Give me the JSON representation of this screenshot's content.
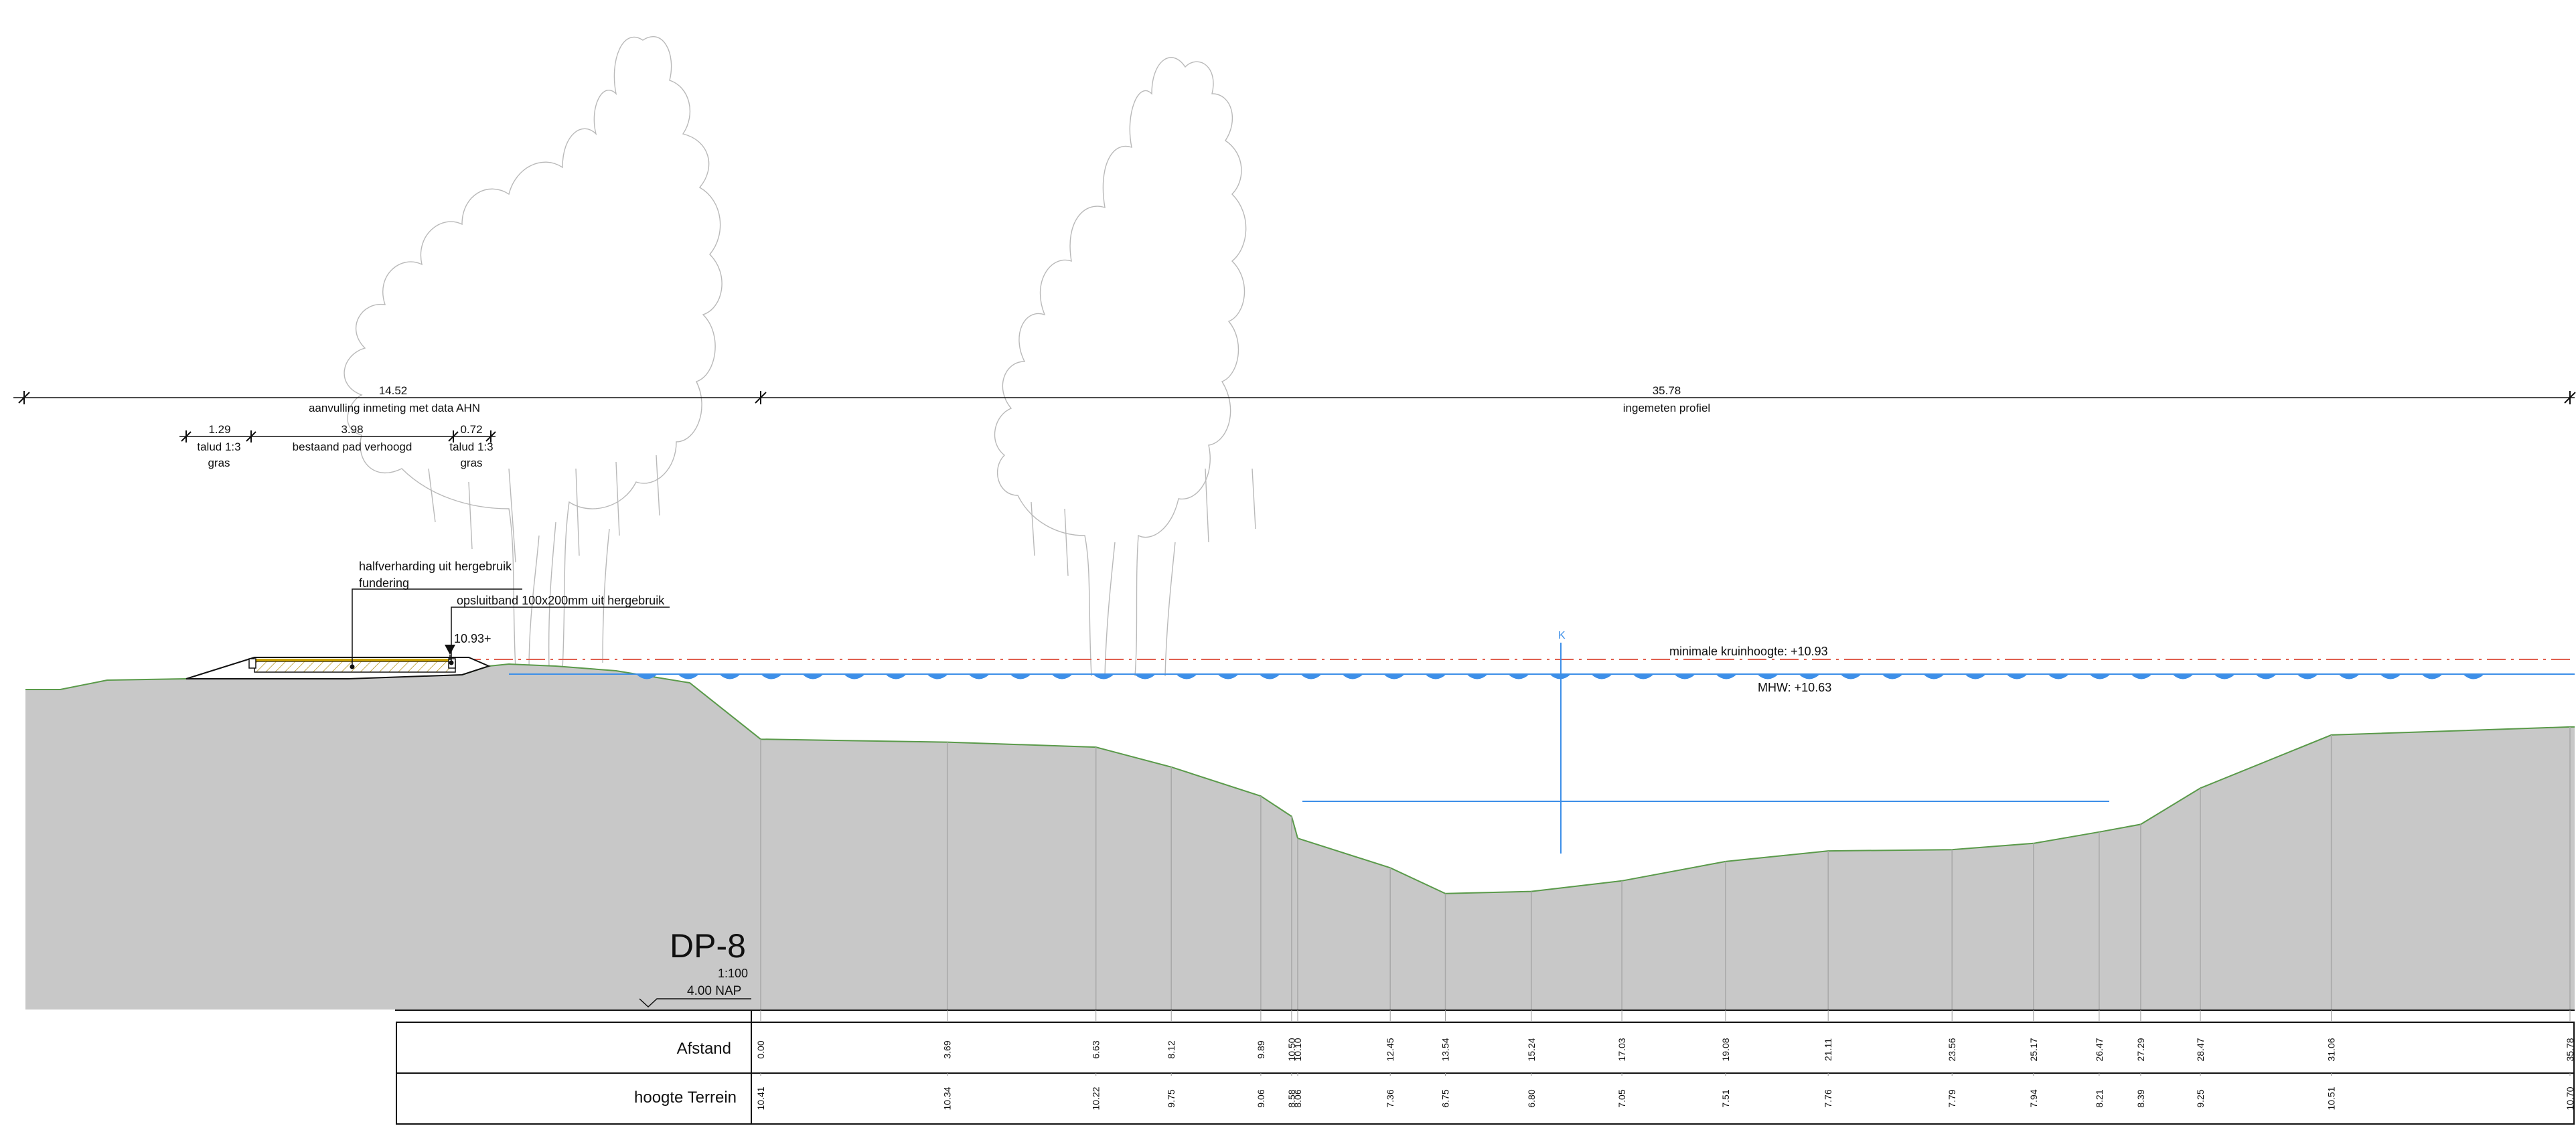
{
  "profile": {
    "name": "DP-8",
    "scale": "1:100",
    "datum": "4.00  NAP"
  },
  "colors": {
    "terrain": "#c8c8c8",
    "terrain_edge": "#5a9a4a",
    "water": "#3d8fe8",
    "crest_line": "#e06050",
    "line": "#111111"
  },
  "dimensions": {
    "total_left": {
      "value": "14.52",
      "label": "aanvulling inmeting met data AHN"
    },
    "total_right": {
      "value": "35.78",
      "label": "ingemeten profiel"
    },
    "sub": [
      {
        "value": "1.29",
        "label1": "talud 1:3",
        "label2": "gras"
      },
      {
        "value": "3.98",
        "label1": "bestaand pad verhoogd",
        "label2": ""
      },
      {
        "value": "0.72",
        "label1": "talud 1:3",
        "label2": "gras"
      }
    ]
  },
  "annotations": {
    "path_material_1": "halfverharding uit hergebruik",
    "path_material_2": "fundering",
    "edge_band": "opsluitband 100x200mm uit hergebruik",
    "level_mark": "10.93+",
    "crest_label": "minimale kruinhoogte: +10.93",
    "mhw_label": "MHW: +10.63",
    "marker_k": "K"
  },
  "table": {
    "row1_label": "Afstand",
    "row2_label": "hoogte Terrein",
    "afstand": [
      "0.00",
      "3.69",
      "6.63",
      "8.12",
      "9.89",
      "10.50",
      "10.10",
      "12.45",
      "13.54",
      "15.24",
      "17.03",
      "19.08",
      "21.11",
      "23.56",
      "25.17",
      "26.47",
      "27.29",
      "28.47",
      "31.06",
      "35.78"
    ],
    "hoogte": [
      "10.41",
      "10.34",
      "10.22",
      "9.75",
      "9.06",
      "8.58",
      "8.06",
      "7.36",
      "6.75",
      "6.80",
      "7.05",
      "7.51",
      "7.76",
      "7.79",
      "7.94",
      "8.21",
      "8.39",
      "9.25",
      "10.51",
      "10.70"
    ]
  }
}
